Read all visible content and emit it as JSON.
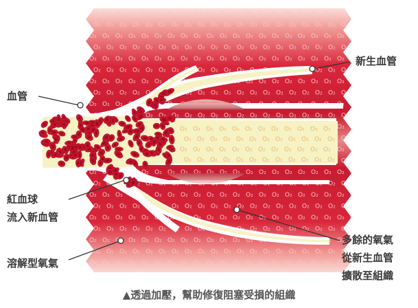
{
  "labels": {
    "blood_vessel": "血管",
    "new_vessel": "新生血管",
    "rbc_line1": "紅血球",
    "rbc_line2": "流入新血管",
    "dissolved_oxygen": "溶解型氧氣",
    "excess_oxygen_line1": "多餘的氧氣",
    "excess_oxygen_line2": "從新生血管",
    "excess_oxygen_line3": "擴散至組織"
  },
  "oxygen_symbol": "O₂",
  "caption": "▲透過加壓，幫助修復阻塞受損的組織",
  "colors": {
    "tissue_red": "#d8283b",
    "tissue_pink": "#f3b9b7",
    "vessel_yellow": "#f6f2c4",
    "vessel_wall": "#ffffff",
    "rbc": "#c8102e",
    "oxygen_text": "#f5c7c9",
    "background": "#fdf3ef"
  }
}
